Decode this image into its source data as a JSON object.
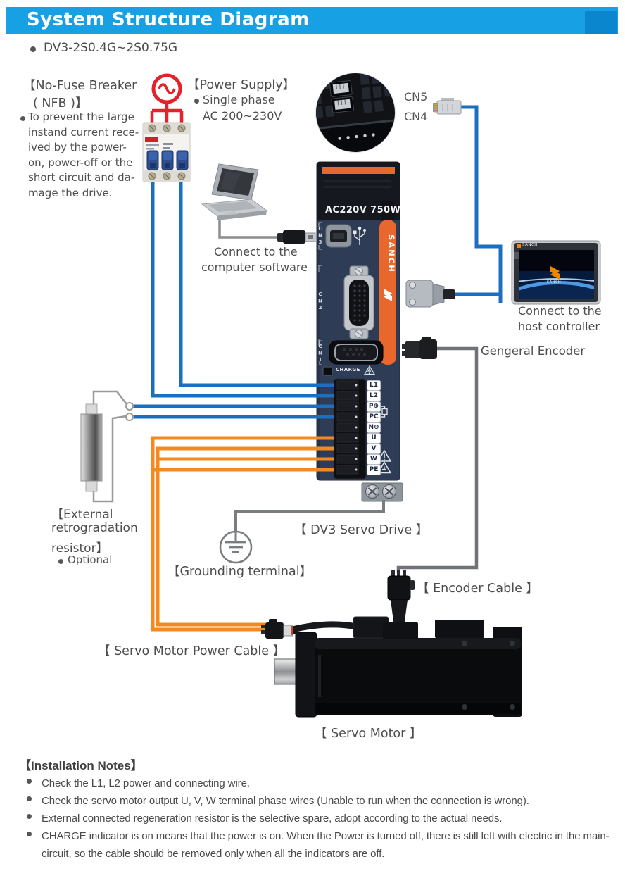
{
  "header": {
    "title": "System Structure Diagram"
  },
  "subtitle": "DV3-2S0.4G~2S0.75G",
  "nfb": {
    "title_line1": "【No-Fuse Breaker",
    "title_line2": "( NFB )】",
    "desc_lines": [
      "To prevent the large",
      "instand current rece-",
      "ived by the power-",
      "on, power-off or the",
      "short circuit and da-",
      "mage the drive."
    ]
  },
  "power_supply": {
    "title": "【Power Supply】",
    "line1": "Single phase",
    "line2": "AC 200~230V"
  },
  "inset": {
    "cn5": "CN5",
    "cn4": "CN4"
  },
  "computer": {
    "line1": "Connect to the",
    "line2": "computer software"
  },
  "host": {
    "line1": "Connect to the",
    "line2": "host controller"
  },
  "encoder_label": "Gengeral Encoder",
  "drive": {
    "rating": "AC220V 750W",
    "brand": "SANCH",
    "charge": "CHARGE",
    "cn3": "CN3",
    "cn2": "CN2",
    "cn1": "CN1",
    "terminals": [
      "L1",
      "L2",
      "P⊕",
      "PC",
      "N⊖",
      "U",
      "V",
      "W",
      "PE"
    ],
    "label": "【  DV3 Servo Drive 】"
  },
  "resistor": {
    "line1": "【External",
    "line2": "retrogradation",
    "line3": "resistor】",
    "line4": "Optional"
  },
  "grounding_label": "【Grounding terminal】",
  "encoder_cable_label": "【 Encoder Cable 】",
  "motor_power_cable_label": "【 Servo Motor Power Cable 】",
  "servo_motor_label": "【 Servo Motor 】",
  "monitor": {
    "brand": "SANCH"
  },
  "notes": {
    "title": "【Installation Notes】",
    "items": [
      "Check the L1, L2 power and connecting wire.",
      "Check the servo motor output U, V, W terminal phase wires (Unable to run when the connection is wrong).",
      "External connected regeneration resistor is the selective spare, adopt according to the actual needs.",
      "CHARGE indicator is on means that the power is on. When the Power is turned off, there is still left with electric in the main-circuit, so the cable should be removed only when all the indicators are off."
    ]
  },
  "colors": {
    "banner": "#17a0e3",
    "banner_accent": "#0a86cf",
    "wire_blue": "#1b6fbe",
    "wire_orange": "#f5891e",
    "wire_gray": "#8c8c8c",
    "drive_navy": "#2e3d55",
    "drive_orange": "#e9662c",
    "alert_red": "#e62129"
  }
}
